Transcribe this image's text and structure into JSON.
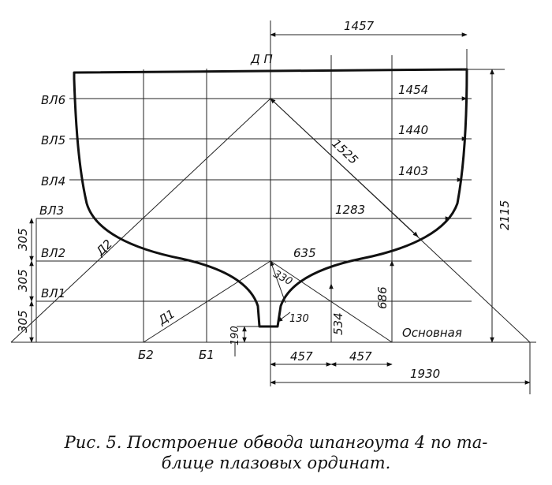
{
  "diagram": {
    "centerline_label": "Д П",
    "waterlines": [
      "ВЛ6",
      "ВЛ5",
      "ВЛ4",
      "ВЛ3",
      "ВЛ2",
      "ВЛ1"
    ],
    "buttocks": [
      "Б2",
      "Б1"
    ],
    "diagonals": [
      "Д2",
      "Д1"
    ],
    "baseline_label": "Основная",
    "half_breadths": [
      "1457",
      "1454",
      "1440",
      "1403",
      "1283",
      "635"
    ],
    "diagonal_lengths": [
      "1525",
      "330"
    ],
    "heights": [
      "2115",
      "686",
      "534",
      "190",
      "130"
    ],
    "waterline_spacing": [
      "305",
      "305",
      "305"
    ],
    "buttock_spacing": [
      "457",
      "457"
    ],
    "diagonal_spread": "1930"
  },
  "caption": {
    "line1": "Рис. 5. Построение обвода шпангоута 4 по та-",
    "line2": "блице плазовых ординат."
  }
}
